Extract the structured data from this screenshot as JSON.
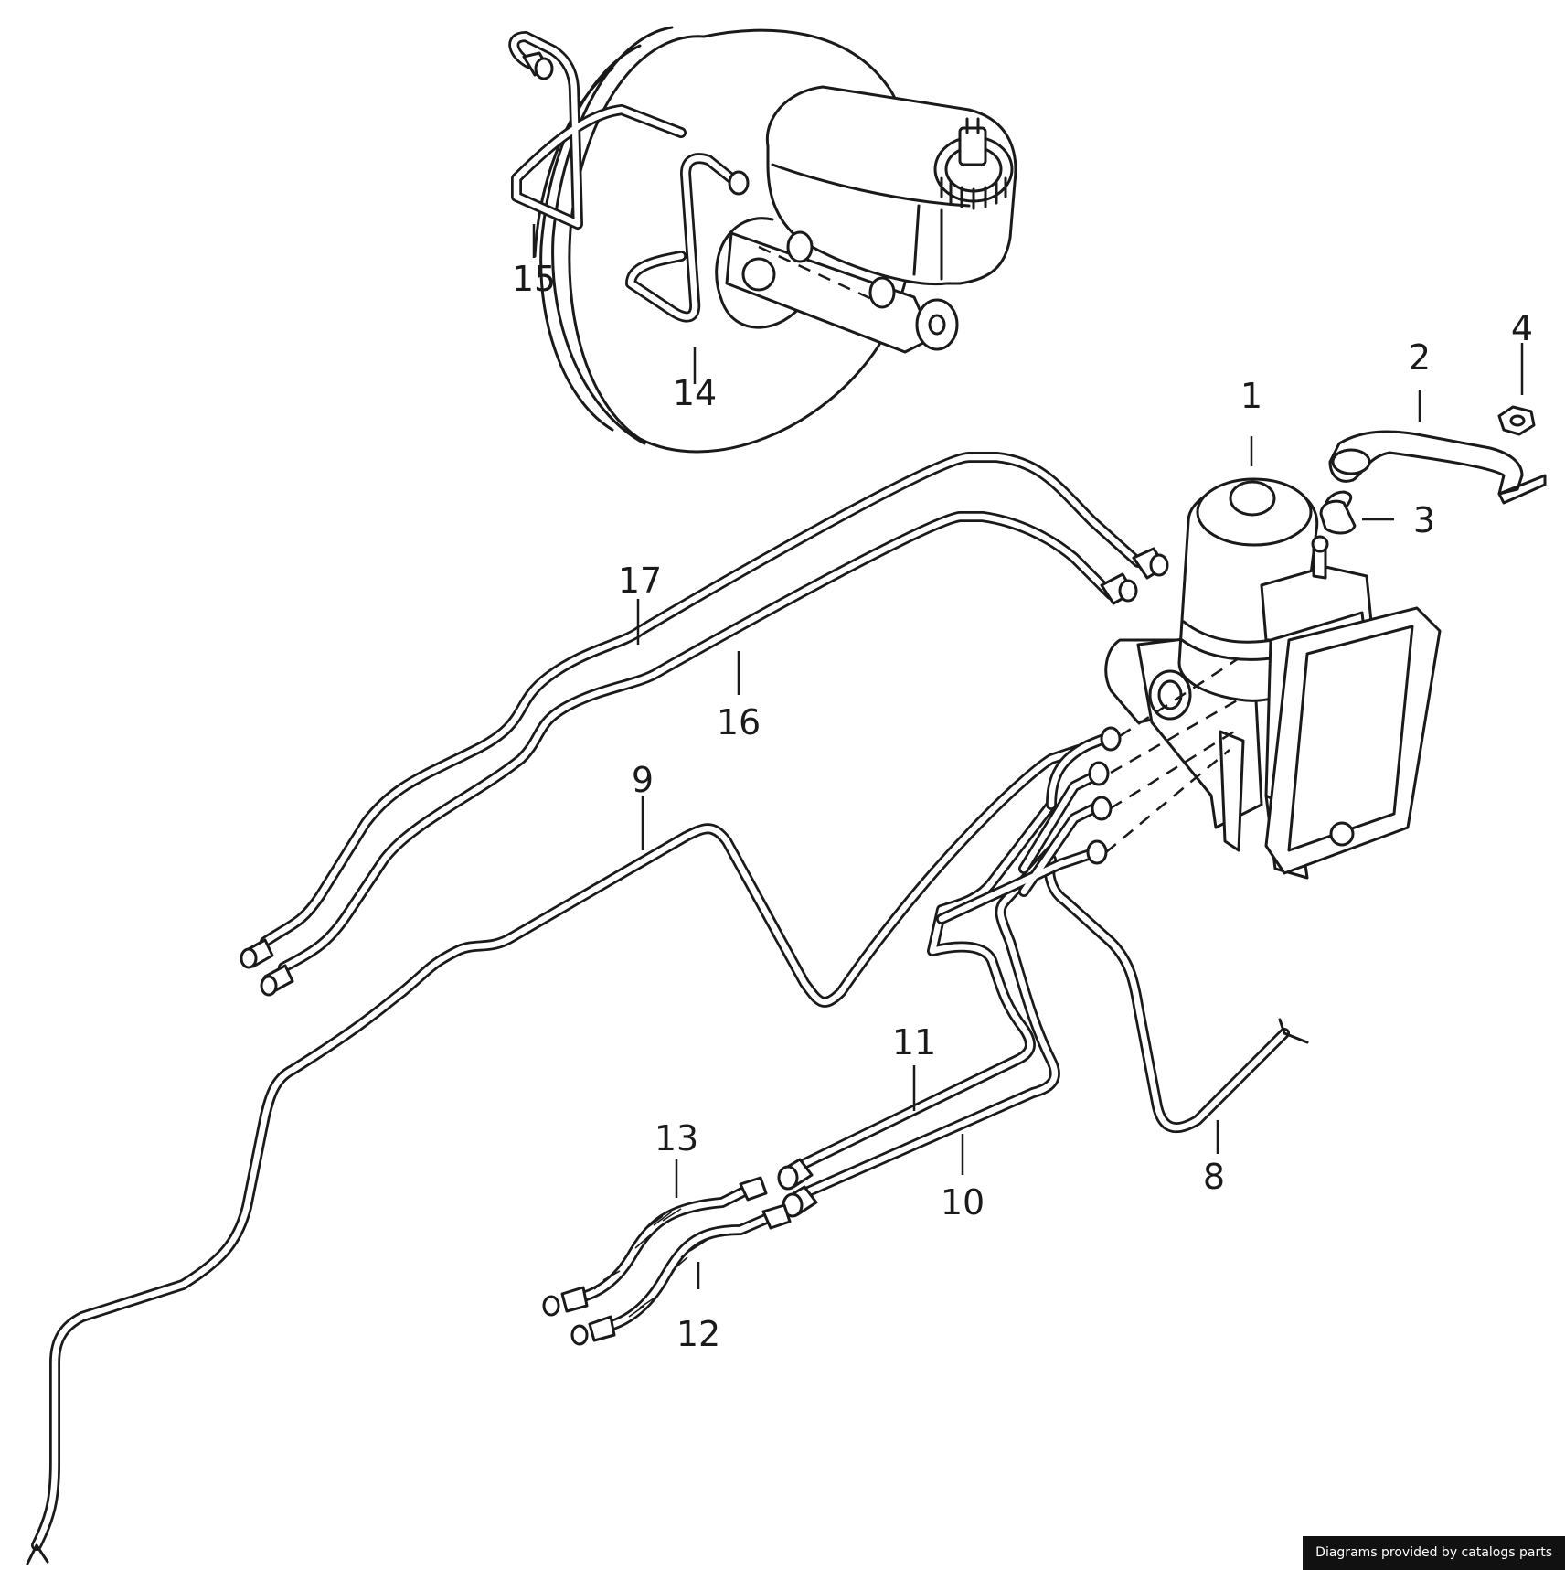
{
  "callouts": [
    {
      "id": "1",
      "text": "1"
    },
    {
      "id": "2",
      "text": "2"
    },
    {
      "id": "3",
      "text": "3"
    },
    {
      "id": "4",
      "text": "4"
    },
    {
      "id": "8",
      "text": "8"
    },
    {
      "id": "9",
      "text": "9"
    },
    {
      "id": "10",
      "text": "10"
    },
    {
      "id": "11",
      "text": "11"
    },
    {
      "id": "12",
      "text": "12"
    },
    {
      "id": "13",
      "text": "13"
    },
    {
      "id": "14",
      "text": "14"
    },
    {
      "id": "15",
      "text": "15"
    },
    {
      "id": "16",
      "text": "16"
    },
    {
      "id": "17",
      "text": "17"
    }
  ],
  "credit": "Diagrams provided by catalogs parts"
}
